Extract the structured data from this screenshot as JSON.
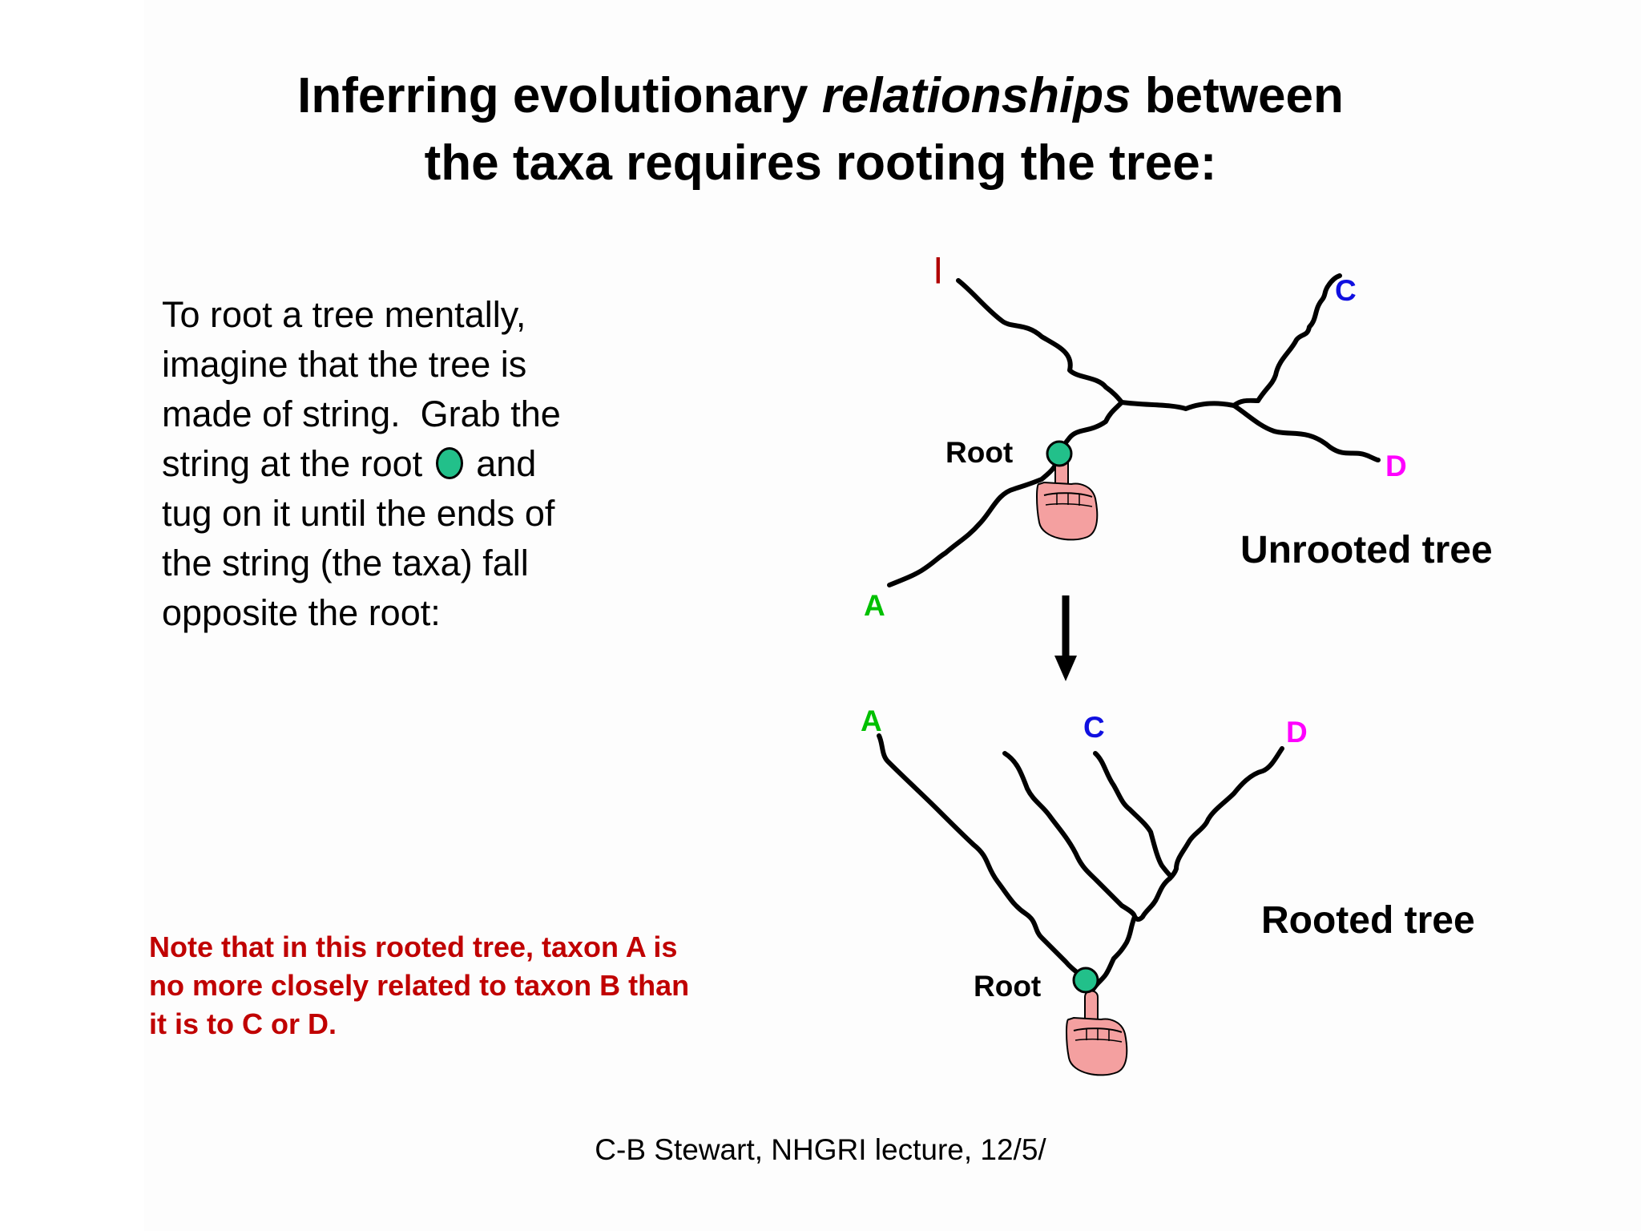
{
  "title": {
    "line1_part1": "Inferring evolutionary ",
    "line1_italic": "relationships",
    "line1_part2": " between",
    "line2": "the taxa requires rooting the tree:"
  },
  "instructions": {
    "line1": "To root a tree mentally,",
    "line2": "imagine that the tree is",
    "line3": "made of string.  Grab the",
    "line4_before": "string at the root ",
    "line4_after": " and",
    "line5": "tug on it until the ends of",
    "line6": "the string (the taxa) fall",
    "line7": "opposite the root:"
  },
  "unrooted": {
    "caption": "Unrooted tree",
    "root_label": "Root",
    "taxa": {
      "top_left": "|",
      "c": "C",
      "d": "D",
      "a": "A"
    }
  },
  "rooted": {
    "caption": "Rooted tree",
    "root_label": "Root",
    "taxa": {
      "a": "A",
      "c": "C",
      "d": "D"
    }
  },
  "note": {
    "line1": "Note that in this rooted tree, taxon A is",
    "line2": "no more closely related to taxon B than",
    "line3": "it is to C or D."
  },
  "footer": "C-B Stewart, NHGRI lecture, 12/5/",
  "colors": {
    "taxon_a": "#00c000",
    "taxon_c": "#1010e0",
    "taxon_d": "#ff00ff",
    "top_taxon": "#b00000",
    "root_dot": "#22c08a",
    "note": "#c00000",
    "hand": "#f4a0a0"
  }
}
